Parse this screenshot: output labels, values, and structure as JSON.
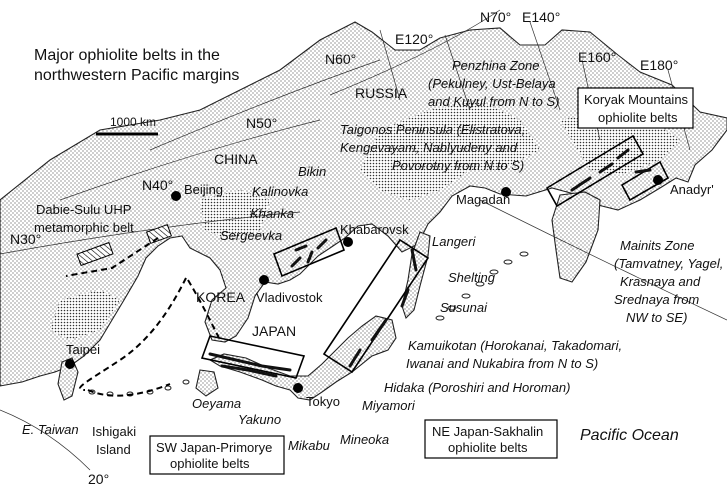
{
  "title_line1": "Major ophiolite belts in the",
  "title_line2": "northwestern Pacific margins",
  "scale_label": "1000 km",
  "graticule": {
    "n70": "N70°",
    "n60": "N60°",
    "n50": "N50°",
    "n40": "N40°",
    "n30": "N30°",
    "deg20": "20°",
    "e120": "E120°",
    "e140": "E140°",
    "e160": "E160°",
    "e180": "E180°"
  },
  "countries": {
    "russia": "RUSSIA",
    "china": "CHINA",
    "korea": "KOREA",
    "japan": "JAPAN"
  },
  "cities": {
    "beijing": "Beijing",
    "khabarovsk": "Khabarovsk",
    "vladivostok": "Vladivostok",
    "tokyo": "Tokyo",
    "taipei": "Taipei",
    "magadan": "Magadan",
    "anadyr": "Anadyr'"
  },
  "dabie_line1": "Dabie-Sulu UHP",
  "dabie_line2": "metamorphic belt",
  "primorye_units": {
    "bikin": "Bikin",
    "kalinovka": "Kalinovka",
    "khanka": "Khanka",
    "sergeevka": "Sergeevka"
  },
  "penzhina": {
    "line1": "Penzhina Zone",
    "line2": "(Pekulney, Ust-Belaya",
    "line3": "and Kuyul from N to S)"
  },
  "taigonos": {
    "line1": "Taigonos Peninsula (Elistratova,",
    "line2": "Kengevayam, Nablyudeny and",
    "line3": "Povorotny from N to S)"
  },
  "mainits": {
    "line1": "Mainits Zone",
    "line2": "(Tamvatney, Yagel,",
    "line3": "Krasnaya and",
    "line4": "Srednaya from",
    "line5": "NW to SE)"
  },
  "sakhalin_units": {
    "langeri": "Langeri",
    "shelting": "Shelting",
    "susunai": "Susunai"
  },
  "kamuikotan": {
    "line1": "Kamuikotan (Horokanai, Takadomari,",
    "line2": "Iwanai and Nukabira from N to S)"
  },
  "hidaka": "Hidaka (Poroshiri and Horoman)",
  "miyamori": "Miyamori",
  "sw_units": {
    "oeyama": "Oeyama",
    "yakuno": "Yakuno",
    "mikabu": "Mikabu",
    "mineoka": "Mineoka"
  },
  "e_taiwan": "E. Taiwan",
  "ishigaki_line1": "Ishigaki",
  "ishigaki_line2": "Island",
  "koryak_box": {
    "line1": "Koryak Mountains",
    "line2": "ophiolite belts"
  },
  "sw_box": {
    "line1": "SW Japan-Primorye",
    "line2": "ophiolite belts"
  },
  "ne_box": {
    "line1": "NE Japan-Sakhalin",
    "line2": "ophiolite belts"
  },
  "pacific": "Pacific Ocean"
}
